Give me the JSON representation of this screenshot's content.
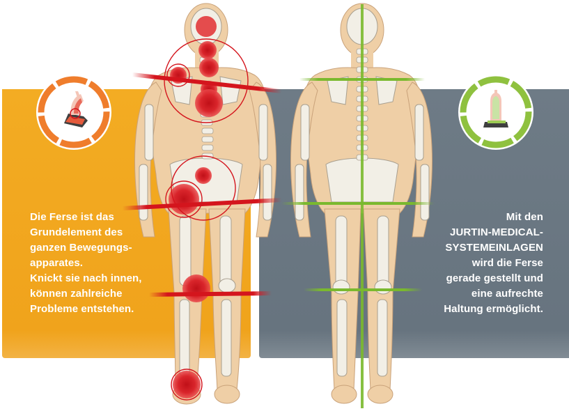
{
  "left_panel": {
    "accent_color": "#f0a21b",
    "icon": "heel-misaligned-icon",
    "text_lines": [
      "Die Ferse ist das",
      "Grundelement des",
      "ganzen Bewegungs-",
      "apparates.",
      "Knickt sie nach innen,",
      "können zahlreiche",
      "Probleme entstehen."
    ]
  },
  "right_panel": {
    "accent_color": "#6b7883",
    "icon": "heel-aligned-icon",
    "text_lines": [
      "Mit den",
      "JURTIN-MEDICAL-",
      "SYSTEMEINLAGEN",
      "wird die Ferse",
      "gerade gestellt und",
      "eine aufrechte",
      "Haltung ermöglicht."
    ]
  },
  "colors": {
    "problem_red": "#d4151d",
    "aligned_green": "#7ab92e",
    "skin": "#efcfa6",
    "bone": "#f2efe6"
  }
}
